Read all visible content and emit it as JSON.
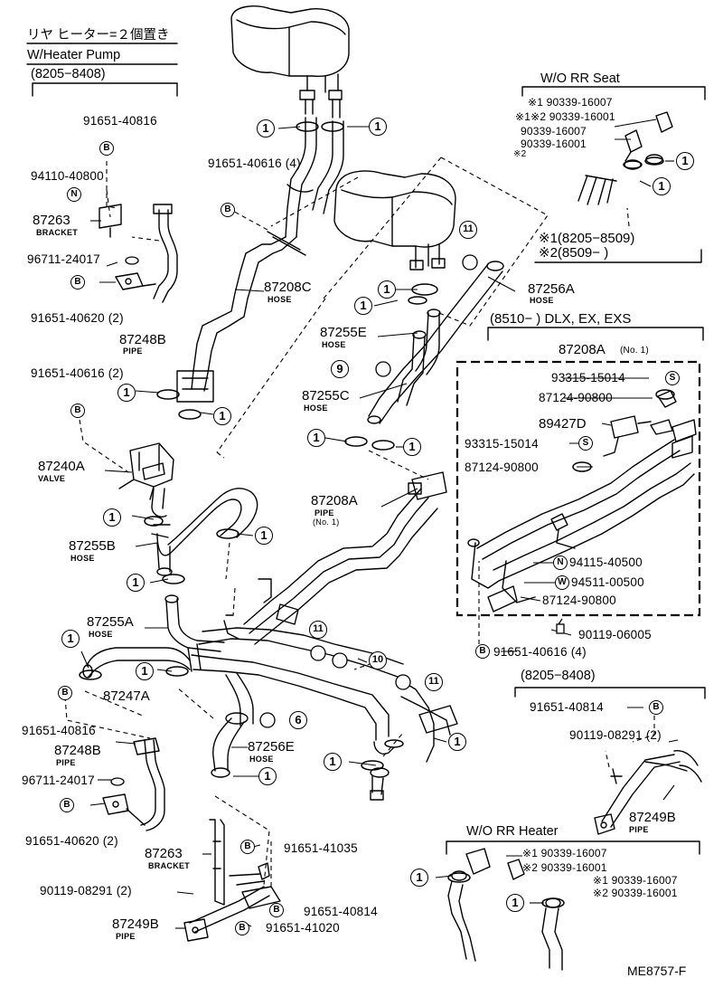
{
  "header": {
    "jp_title": "リヤ ヒーター=２個置き",
    "pump_title": "W/Heater Pump",
    "pump_date": "(8205−8408)"
  },
  "wo_rr_seat": {
    "title": "W/O RR Seat",
    "parts": [
      "※1 90339-16007",
      "※1※2 90339-16001",
      "90339-16007",
      "90339-16001",
      "※2"
    ]
  },
  "legend": {
    "l1": "※1(8205−8509)",
    "l2": "※2(8509−          )"
  },
  "dlx_box": {
    "title": "(8510−            ) DLX, EX, EXS",
    "group": "87208A",
    "group_sub": "(No. 1)"
  },
  "wo_rr_heater": {
    "title": "W/O RR Heater",
    "parts": [
      "※1 90339-16007",
      "※2 90339-16001",
      "※1 90339-16007",
      "※2 90339-16001"
    ]
  },
  "mid_date": "(8205−8408)",
  "labels": {
    "p91651_40816_top": "91651-40816",
    "p94110": "94110-40800",
    "p87263_top": "87263",
    "p87263_top_sub": "BRACKET",
    "p96711_top": "96711-24017",
    "p91651_40620_top": "91651-40620  (2)",
    "p87248B_top": "87248B",
    "p87248B_top_sub": "PIPE",
    "p91651_40616_2": "91651-40616  (2)",
    "p87240A": "87240A",
    "p87240A_sub": "VALVE",
    "p87255B": "87255B",
    "p87255B_sub": "HOSE",
    "p87255A": "87255A",
    "p87255A_sub": "HOSE",
    "p87247A": "87247A",
    "p91651_40816_mid": "91651-40816",
    "p87248B_mid": "87248B",
    "p87248B_mid_sub": "PIPE",
    "p96711_mid": "96711-24017",
    "p91651_40620_mid": "91651-40620  (2)",
    "p87263_bot": "87263",
    "p87263_bot_sub": "BRACKET",
    "p90119_bot": "90119-08291  (2)",
    "p87249B_bot": "87249B",
    "p87249B_bot_sub": "PIPE",
    "p91651_41035": "91651-41035",
    "p91651_40814_bot": "91651-40814",
    "p91651_41020": "91651-41020",
    "p91651_40616_4top": "91651-40616  (4)",
    "p87208C": "87208C",
    "p87208C_sub": "HOSE",
    "p87256A": "87256A",
    "p87256A_sub": "HOSE",
    "p87255E": "87255E",
    "p87255E_sub": "HOSE",
    "p87255C": "87255C",
    "p87255C_sub": "HOSE",
    "p87208A_mid": "87208A",
    "p87208A_mid_sub": "PIPE",
    "p87208A_mid_sub2": "(No. 1)",
    "p87256E": "87256E",
    "p87256E_sub": "HOSE",
    "p93315_a": "93315-15014",
    "p87124_a": "87124-90800",
    "p89427D": "89427D",
    "p93315_b": "93315-15014",
    "p87124_b": "87124-90800",
    "p94115": "94115-40500",
    "p94511": "94511-00500",
    "p87124_c": "87124-90800",
    "p90119_06005": "90119-06005",
    "p91651_40616_4bot": "91651-40616  (4)",
    "p91651_40814_mid": "91651-40814",
    "p90119_08291_mid": "90119-08291  (2)",
    "p87249B_mid": "87249B",
    "p87249B_mid_sub": "PIPE",
    "ref": "ME8757-F"
  },
  "callouts": {
    "one": "1",
    "six": "6",
    "nine": "9",
    "ten": "10",
    "eleven": "11",
    "B": "B",
    "N": "N",
    "S": "S",
    "W": "W"
  }
}
